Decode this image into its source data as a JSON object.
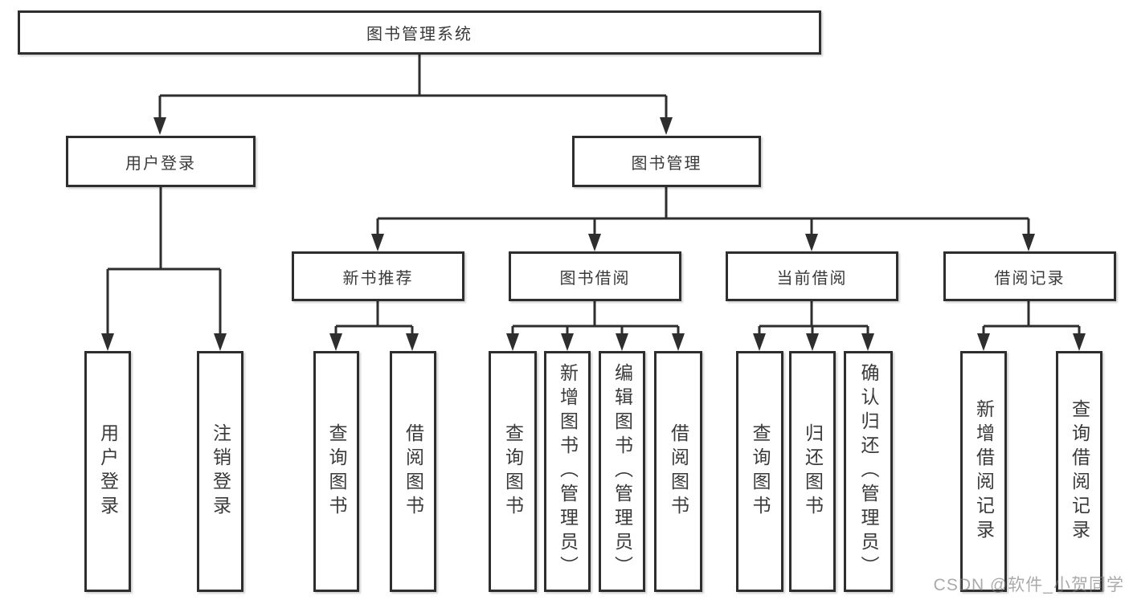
{
  "nodes": {
    "root": "图书管理系统",
    "user_login": "用户登录",
    "book_mgmt": "图书管理",
    "new_book_rec": "新书推荐",
    "book_borrow": "图书借阅",
    "current_borrow": "当前借阅",
    "borrow_records": "借阅记录",
    "user_login_leaf": "用户登录",
    "logout_leaf": "注销登录",
    "nb_query": "查询图书",
    "nb_borrow": "借阅图书",
    "bb_query": "查询图书",
    "bb_add": "新增图书（管理员）",
    "bb_edit": "编辑图书（管理员）",
    "bb_borrow": "借阅图书",
    "cb_query": "查询图书",
    "cb_return": "归还图书",
    "cb_confirm": "确认归还（管理员）",
    "br_add": "新增借阅记录",
    "br_query": "查询借阅记录"
  },
  "colors": {
    "line": "#2e2e2e",
    "text": "#3a3a3a",
    "background": "#ffffff"
  },
  "watermark": "CSDN @软件_小贺同学"
}
